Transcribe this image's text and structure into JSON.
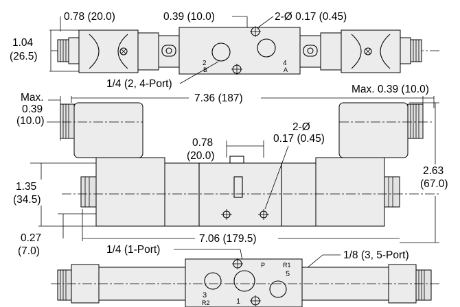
{
  "top_view": {
    "dim_width_left": "0.78 (20.0)",
    "dim_width_top": "0.39 (10.0)",
    "dim_holes_top": "2-Ø  0.17 (0.45)",
    "dim_height_a": "1.04",
    "dim_height_b": "(26.5)",
    "port_note": "1/4 (2, 4-Port)",
    "port_2": "2",
    "port_2_sub": "B",
    "port_4": "4",
    "port_4_sub": "A"
  },
  "side_view": {
    "max_a": "Max.",
    "max_b": "0.39",
    "max_c": "(10.0)",
    "overall_length": "7.36 (187)",
    "max_right": "Max. 0.39 (10.0)",
    "holes_a": "2-Ø",
    "holes_b": "0.17 (0.45)",
    "spacing_a": "0.78",
    "spacing_b": "(20.0)",
    "height_a": "2.63",
    "height_b": "(67.0)",
    "base_a": "1.35",
    "base_b": "(34.5)",
    "offset_a": "0.27",
    "offset_b": "(7.0)",
    "body_length": "7.06 (179.5)"
  },
  "bottom_view": {
    "port_1_note": "1/4 (1-Port)",
    "port_35_note": "1/8 (3, 5-Port)",
    "port_3": "3",
    "port_3_sub": "R2",
    "port_1": "1",
    "port_p": "P",
    "port_5": "5",
    "port_5_sub": "R1"
  }
}
